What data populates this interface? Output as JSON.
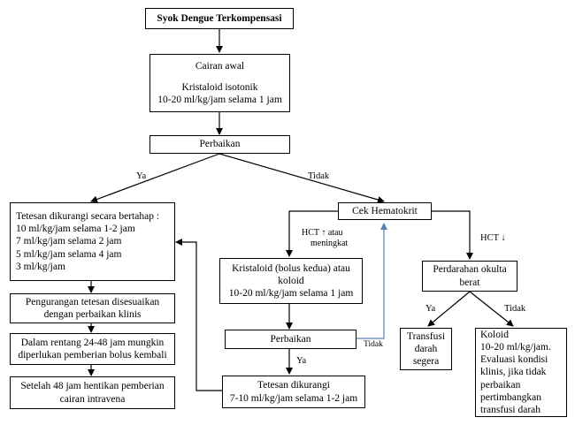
{
  "boxes": {
    "start": {
      "lines": [
        "Syok Dengue Terkompensasi"
      ]
    },
    "initial_fluid": {
      "lines": [
        "Cairan awal",
        "",
        "Kristaloid isotonik",
        "10-20 ml/kg/jam  selama 1 jam"
      ]
    },
    "improvement_1": {
      "lines": [
        "Perbaikan"
      ]
    },
    "taper": {
      "lines": [
        "Tetesan dikurangi  secara bertahap :",
        "10 ml/kg/jam  selama 1-2 jam",
        "7 ml/kg/jam  selama 2 jam",
        "5 ml/kg/jam  selama 4 jam",
        "3 ml/kg/jam"
      ]
    },
    "adjust": {
      "lines": [
        "Pengurangan tetesan disesuaikan",
        "dengan perbaikan klinis"
      ]
    },
    "bolus_again": {
      "lines": [
        "Dalam rentang 24-48 jam mungkin",
        "diperlukan pemberian bolus kembali"
      ]
    },
    "stop_iv": {
      "lines": [
        "Setelah 48 jam hentikan pemberian",
        "cairan intravena"
      ]
    },
    "check_hct": {
      "lines": [
        "Cek Hematokrit"
      ]
    },
    "crystalloid_bolus": {
      "lines": [
        "Kristaloid (bolus kedua) atau",
        "koloid",
        "10-20 ml/kg/jam  selama 1 jam"
      ]
    },
    "improvement_2": {
      "lines": [
        "Perbaikan"
      ]
    },
    "reduce_drip": {
      "lines": [
        "Tetesan dikurangi",
        "7-10 ml/kg/jam selama 1-2 jam"
      ]
    },
    "occult_bleeding": {
      "lines": [
        "Perdarahan okulta",
        "berat"
      ]
    },
    "transfusion": {
      "lines": [
        "Transfusi",
        "darah",
        "segera"
      ]
    },
    "colloid": {
      "lines": [
        "Koloid",
        "10-20 ml/kg/jam.",
        "Evaluasi kondisi",
        "klinis, jika tidak",
        "perbaikan",
        "pertimbangkan",
        "transfusi darah"
      ]
    }
  },
  "labels": {
    "yes_left": "Ya",
    "no_right": "Tidak",
    "hct_up": [
      "HCT ↑ atau",
      "meningkat"
    ],
    "hct_down": "HCT ↓",
    "no_return": "Tidak",
    "yes_down": "Ya",
    "yes_bleed": "Ya",
    "no_bleed": "Tidak"
  },
  "colors": {
    "line": "#000000",
    "return_arrow": "#5b7fb0"
  }
}
